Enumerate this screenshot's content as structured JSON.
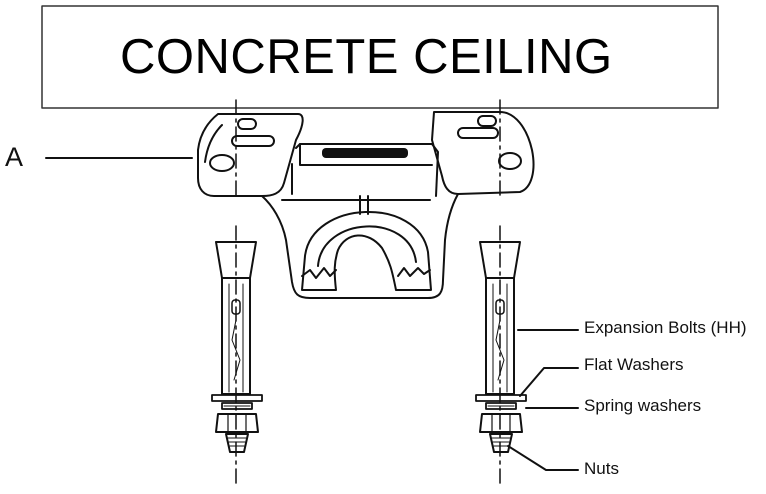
{
  "title": "CONCRETE CEILING",
  "labels": {
    "a": "A",
    "expansion_bolts": "Expansion Bolts (HH)",
    "flat_washers": "Flat Washers",
    "spring_washers": "Spring washers",
    "nuts": "Nuts"
  }
}
